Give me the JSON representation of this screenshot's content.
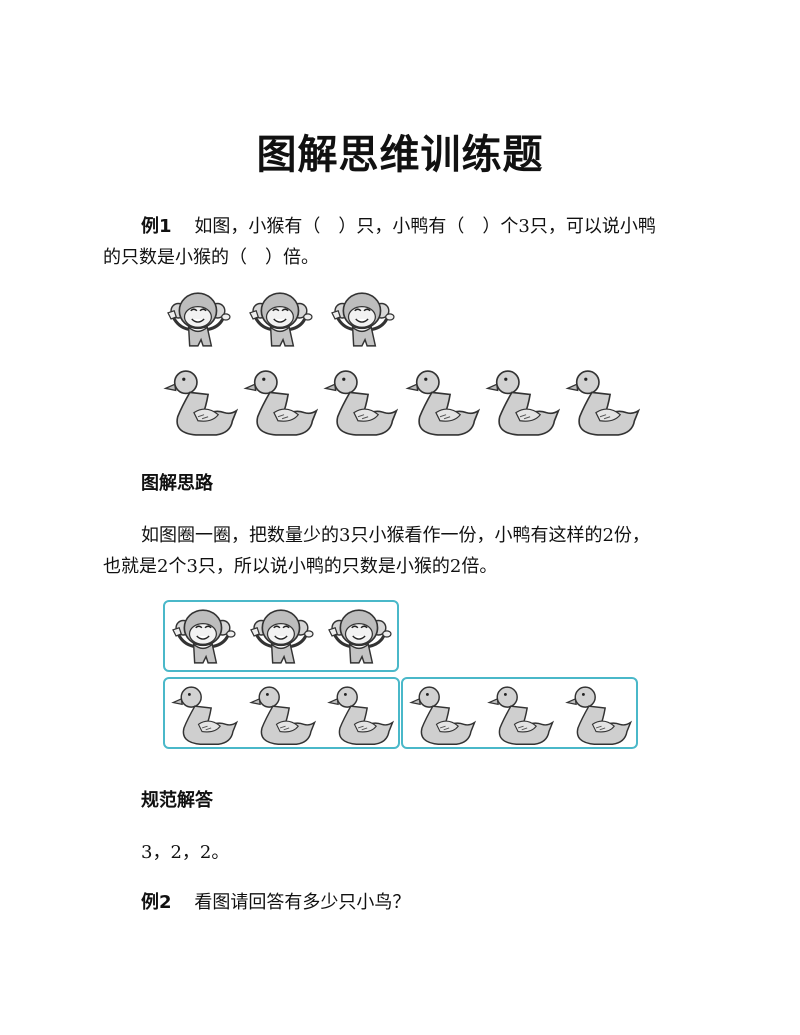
{
  "title": "图解思维训练题",
  "example1": {
    "label": "例1",
    "line1": "如图，小猴有（　）只，小鸭有（　）个3只，可以说小鸭",
    "line2": "的只数是小猴的（　）倍。",
    "monkeys": 3,
    "ducks": 6
  },
  "thinking": {
    "heading": "图解思路",
    "line1": "如图圈一圈，把数量少的3只小猴看作一份，小鸭有这样的2份，",
    "line2": "也就是2个3只，所以说小鸭的只数是小猴的2倍。"
  },
  "answer": {
    "heading": "规范解答",
    "text": "3，2，2。"
  },
  "example2": {
    "label": "例2",
    "text": "看图请回答有多少只小鸟？"
  },
  "colors": {
    "box_border": "#4ab8c9",
    "figure_fill": "#d0d0d0",
    "figure_stroke": "#333333"
  }
}
